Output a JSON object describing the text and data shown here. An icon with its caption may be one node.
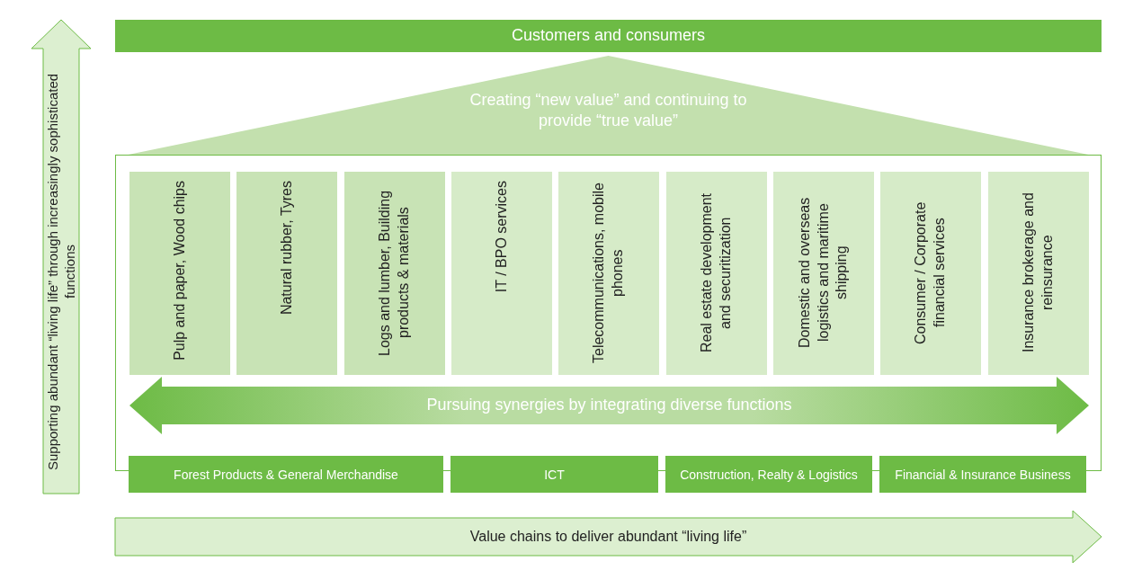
{
  "diagram": {
    "nodes": [
      {
        "text": [
          "Customers and consumers"
        ]
      },
      {
        "text": [
          "Creating “new value” and continuing to provide “true value”"
        ]
      },
      {
        "text": [],
        "shape": "box"
      },
      {
        "text": [
          "Pulp and paper, Wood chips"
        ],
        "in": 2
      },
      {
        "text": [
          "Natural rubber, Tyres"
        ],
        "in": 2
      },
      {
        "text": [
          "Logs and lumber, Building products & materials"
        ],
        "in": 2
      },
      {
        "text": [
          "IT / BPO services"
        ],
        "in": 2
      },
      {
        "text": [
          "Telecommunications, mobile phones"
        ],
        "in": 2
      },
      {
        "text": [
          "Real estate development and securitization"
        ],
        "in": 2
      },
      {
        "text": [
          "Domestic and overseas logistics and maritime shipping"
        ],
        "in": 2
      },
      {
        "text": [
          "Consumer / Corporate financial services"
        ],
        "in": 2
      },
      {
        "text": [
          "Insurance brokerage and reinsurance"
        ],
        "in": 2
      },
      {
        "text": [
          "Pursuing synergies by integrating diverse functions"
        ],
        "in": 2
      },
      {
        "text": [
          "Forest Products & General Merchandise"
        ]
      },
      {
        "text": [
          "ICT"
        ]
      },
      {
        "text": [
          "Construction, Realty & Logistics"
        ]
      },
      {
        "text": [
          "Financial & Insurance Business"
        ]
      },
      {
        "text": [
          "Supporting abundant “living life” through increasingly sophisticated functions"
        ]
      },
      {
        "text": [
          "Value chains to deliver abundant “living life”"
        ]
      }
    ],
    "edges": []
  }
}
